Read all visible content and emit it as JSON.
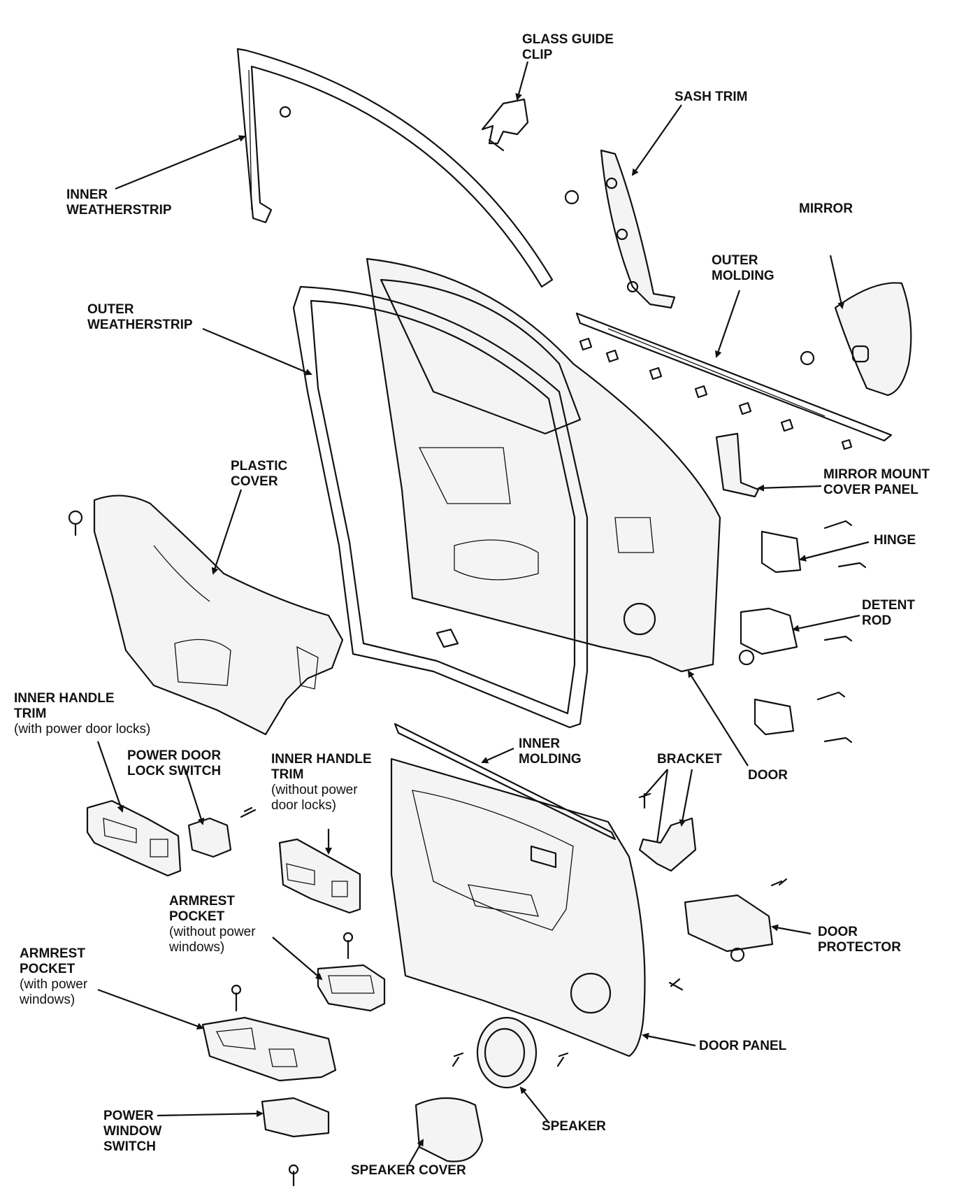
{
  "diagram": {
    "labels": {
      "glass_guide_clip": [
        "GLASS GUIDE",
        "CLIP"
      ],
      "sash_trim": [
        "SASH TRIM"
      ],
      "inner_weatherstrip": [
        "INNER",
        "WEATHERSTRIP"
      ],
      "mirror": [
        "MIRROR"
      ],
      "outer_molding": [
        "OUTER",
        "MOLDING"
      ],
      "outer_weatherstrip": [
        "OUTER",
        "WEATHERSTRIP"
      ],
      "plastic_cover": [
        "PLASTIC",
        "COVER"
      ],
      "mirror_mount_cover_panel": [
        "MIRROR MOUNT",
        "COVER PANEL"
      ],
      "hinge": [
        "HINGE"
      ],
      "detent_rod": [
        "DETENT",
        "ROD"
      ],
      "inner_handle_trim_power": [
        "INNER HANDLE",
        "TRIM"
      ],
      "inner_handle_trim_power_note": "(with power door locks)",
      "power_door_lock_switch": [
        "POWER DOOR",
        "LOCK SWITCH"
      ],
      "inner_handle_trim_nopower": [
        "INNER HANDLE",
        "TRIM"
      ],
      "inner_handle_trim_nopower_note": [
        "(without power",
        "door locks)"
      ],
      "inner_molding": [
        "INNER",
        "MOLDING"
      ],
      "bracket": [
        "BRACKET"
      ],
      "door": [
        "DOOR"
      ],
      "armrest_pocket_nopower": [
        "ARMREST",
        "POCKET"
      ],
      "armrest_pocket_nopower_note": [
        "(without power",
        "windows)"
      ],
      "armrest_pocket_power": [
        "ARMREST",
        "POCKET"
      ],
      "armrest_pocket_power_note": [
        "(with power",
        "windows)"
      ],
      "door_protector": [
        "DOOR",
        "PROTECTOR"
      ],
      "door_panel": [
        "DOOR PANEL"
      ],
      "power_window_switch": [
        "POWER",
        "WINDOW",
        "SWITCH"
      ],
      "speaker": [
        "SPEAKER"
      ],
      "speaker_cover": [
        "SPEAKER COVER"
      ]
    }
  }
}
